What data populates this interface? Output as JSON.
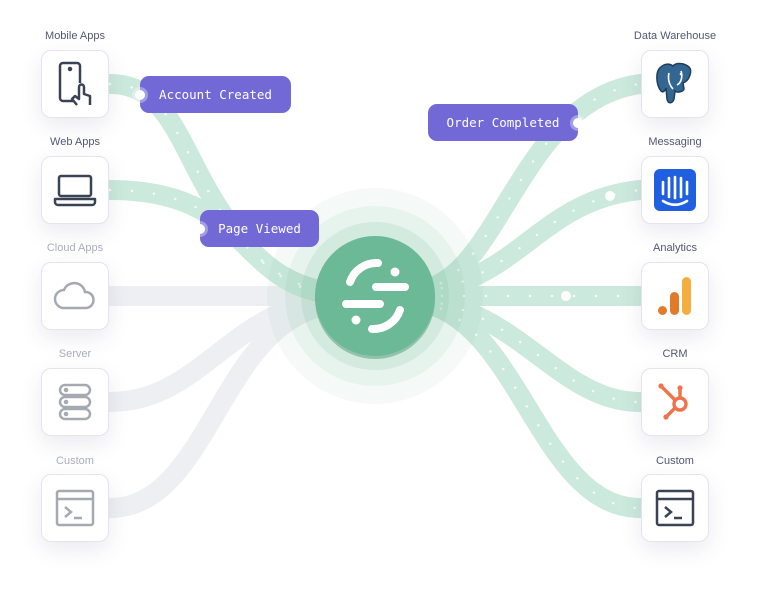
{
  "sources": [
    {
      "label": "Mobile Apps",
      "icon": "mobile-touch-icon",
      "active": true
    },
    {
      "label": "Web Apps",
      "icon": "laptop-icon",
      "active": true
    },
    {
      "label": "Cloud Apps",
      "icon": "cloud-icon",
      "active": false
    },
    {
      "label": "Server",
      "icon": "server-icon",
      "active": false
    },
    {
      "label": "Custom",
      "icon": "terminal-icon",
      "active": false
    }
  ],
  "destinations": [
    {
      "label": "Data Warehouse",
      "icon": "postgresql-elephant-icon"
    },
    {
      "label": "Messaging",
      "icon": "intercom-icon"
    },
    {
      "label": "Analytics",
      "icon": "google-analytics-icon"
    },
    {
      "label": "CRM",
      "icon": "hubspot-icon"
    },
    {
      "label": "Custom",
      "icon": "terminal-icon"
    }
  ],
  "events": [
    "Account Created",
    "Page Viewed",
    "Order Completed"
  ],
  "colors": {
    "hub": "#6bb996",
    "flow": "#cbe9dc",
    "inactive_flow": "#eeeff3",
    "event": "#7269d6"
  }
}
